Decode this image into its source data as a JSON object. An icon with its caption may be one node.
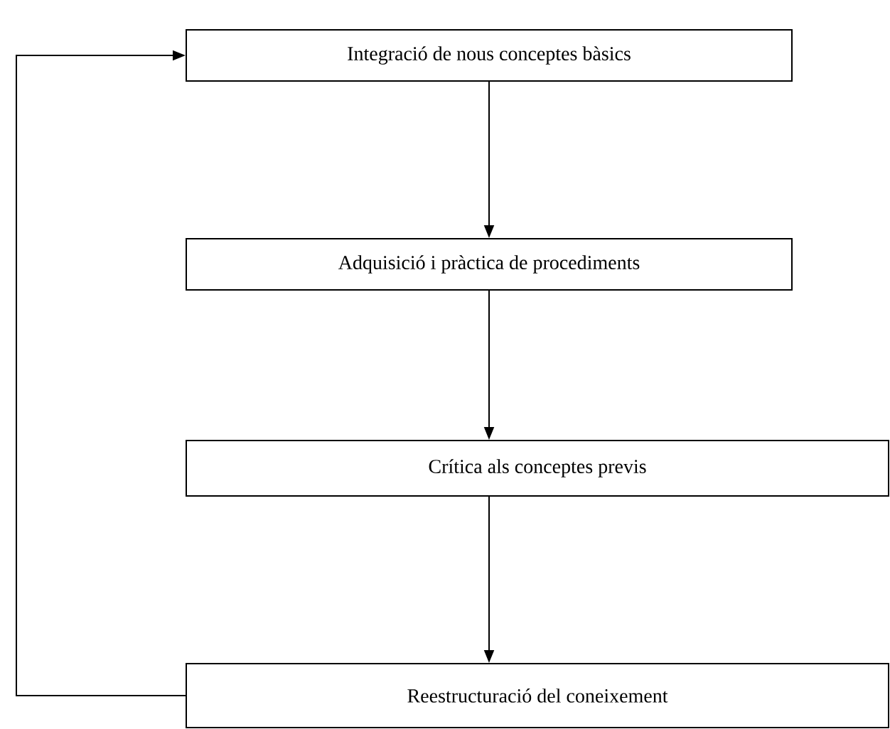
{
  "diagram": {
    "nodes": [
      {
        "text": [
          "Integració de nous conceptes bàsics"
        ]
      },
      {
        "text": [
          "Adquisició i pràctica de procediments"
        ]
      },
      {
        "text": [
          "Crítica als conceptes previs"
        ]
      },
      {
        "text": [
          "Reestructuració del coneixement"
        ]
      }
    ],
    "edges": [
      {
        "from": 0,
        "to": 1,
        "arrow": "to"
      },
      {
        "from": 1,
        "to": 2,
        "arrow": "to"
      },
      {
        "from": 2,
        "to": 3,
        "arrow": "to"
      },
      {
        "from": 3,
        "to": 0,
        "arrow": "to"
      }
    ]
  }
}
